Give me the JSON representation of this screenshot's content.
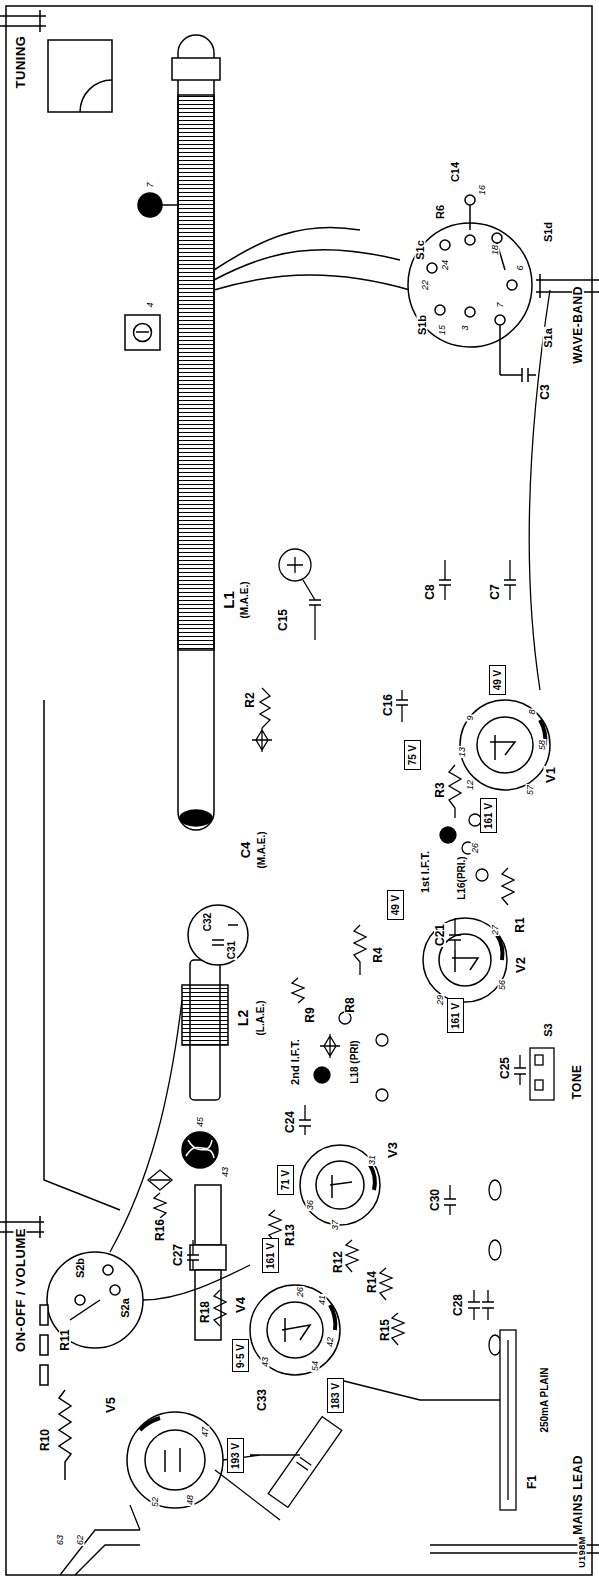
{
  "diagram": {
    "nodes": [
      {
        "text": [
          "49 V"
        ]
      },
      {
        "text": [
          "75 V"
        ]
      },
      {
        "text": [
          "161 V"
        ]
      },
      {
        "text": [
          "49 V"
        ]
      },
      {
        "text": [
          "161 V"
        ]
      },
      {
        "text": [
          "71 V"
        ]
      },
      {
        "text": [
          "161 V"
        ]
      },
      {
        "text": [
          "9·5 V"
        ]
      },
      {
        "text": [
          "183 V"
        ]
      },
      {
        "text": [
          "193 V"
        ]
      }
    ],
    "labels": [
      "TUNING",
      "WAVE-BAND",
      "ON-OFF / VOLUME",
      "MAINS LEAD",
      "U198M",
      "L1",
      "(M.A.E.)",
      "C4",
      "(M.A.E.)",
      "L2",
      "(L.A.E.)",
      "C32",
      "C31",
      "S1c",
      "S1b",
      "S1d",
      "S1a",
      "R6",
      "C14",
      "C3",
      "C8",
      "C7",
      "C15",
      "R2",
      "C16",
      "R3",
      "V1",
      "1st I.F.T.",
      "L16(PRI.)",
      "C21",
      "R1",
      "V2",
      "R4",
      "R8",
      "R9",
      "2nd I.F.T.",
      "L18 (PRI)",
      "C24",
      "V3",
      "R13",
      "R12",
      "R14",
      "R15",
      "C30",
      "C25",
      "S3",
      "TONE",
      "C28",
      "R16",
      "C27",
      "R18",
      "V4",
      "V5",
      "C33",
      "R11",
      "S2b",
      "S2a",
      "R10",
      "F1",
      "250mA PLAIN",
      "22",
      "24",
      "3",
      "7",
      "6",
      "18",
      "16",
      "15",
      "9",
      "8",
      "13",
      "12",
      "57",
      "58",
      "26",
      "27",
      "56",
      "29",
      "31",
      "37",
      "36",
      "26",
      "41",
      "42",
      "54",
      "43",
      "47",
      "48",
      "52",
      "63",
      "62",
      "7",
      "4",
      "45",
      "43"
    ]
  }
}
